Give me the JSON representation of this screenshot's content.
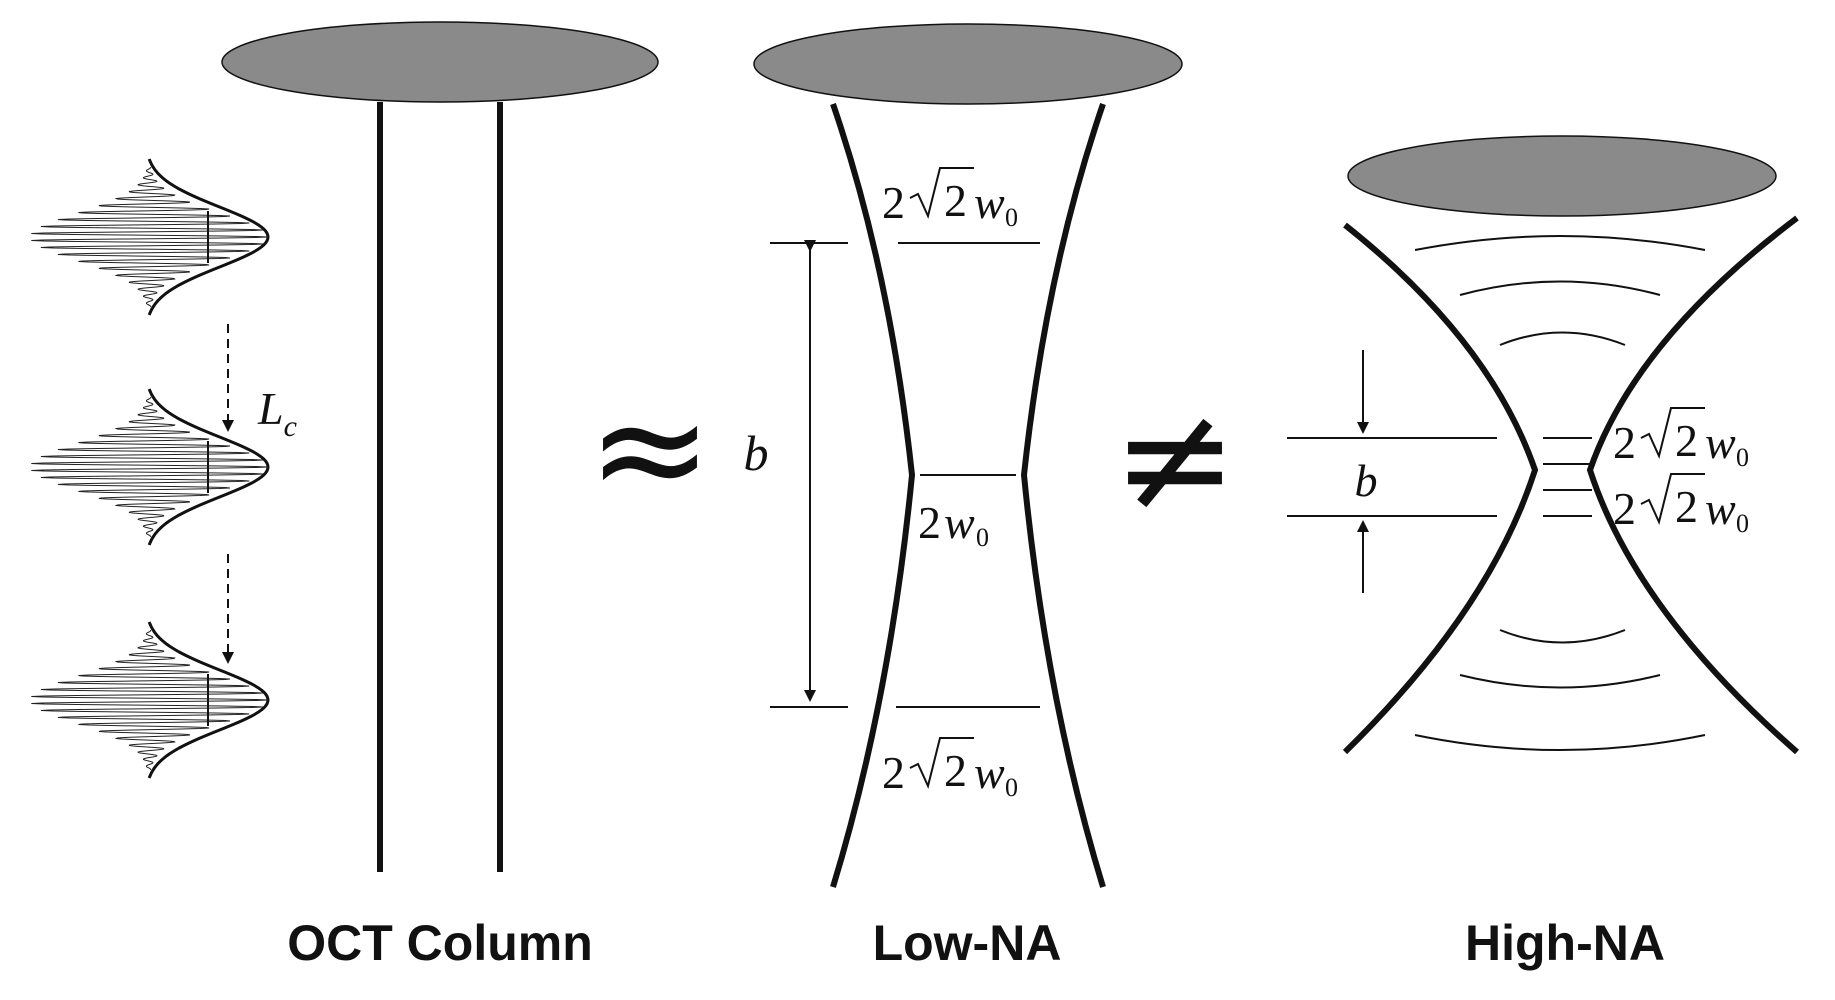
{
  "captions": {
    "oct": "OCT Column",
    "low": "Low-NA",
    "high": "High-NA"
  },
  "symbols": {
    "approx": "≈",
    "neq": "≠"
  },
  "labels": {
    "coherence_length": "L",
    "coherence_sub": "c",
    "b": "b",
    "two": "2",
    "root_two": "2",
    "w": "w",
    "zero": "0"
  },
  "colors": {
    "lens_fill": "#8a8a8a",
    "line": "#111111"
  },
  "icons": [
    "lens-ellipse",
    "wave-packet",
    "dashed-arrow",
    "double-arrow"
  ]
}
